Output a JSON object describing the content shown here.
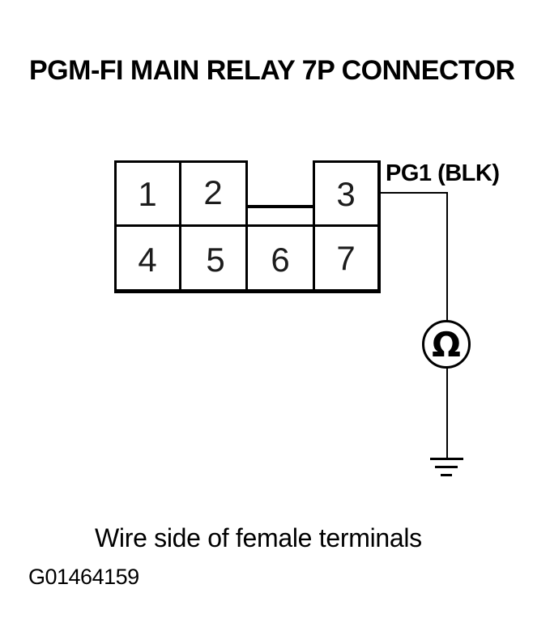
{
  "title": "PGM-FI MAIN RELAY 7P CONNECTOR",
  "connector": {
    "terminals_top_row": [
      "1",
      "2",
      "3"
    ],
    "terminals_bottom_row": [
      "4",
      "5",
      "6",
      "7"
    ],
    "wire_label": "PG1 (BLK)"
  },
  "meter": {
    "symbol": "Ω"
  },
  "caption": "Wire side of female terminals",
  "figure_id": "G01464159",
  "colors": {
    "line": "#000000",
    "background": "#ffffff"
  }
}
